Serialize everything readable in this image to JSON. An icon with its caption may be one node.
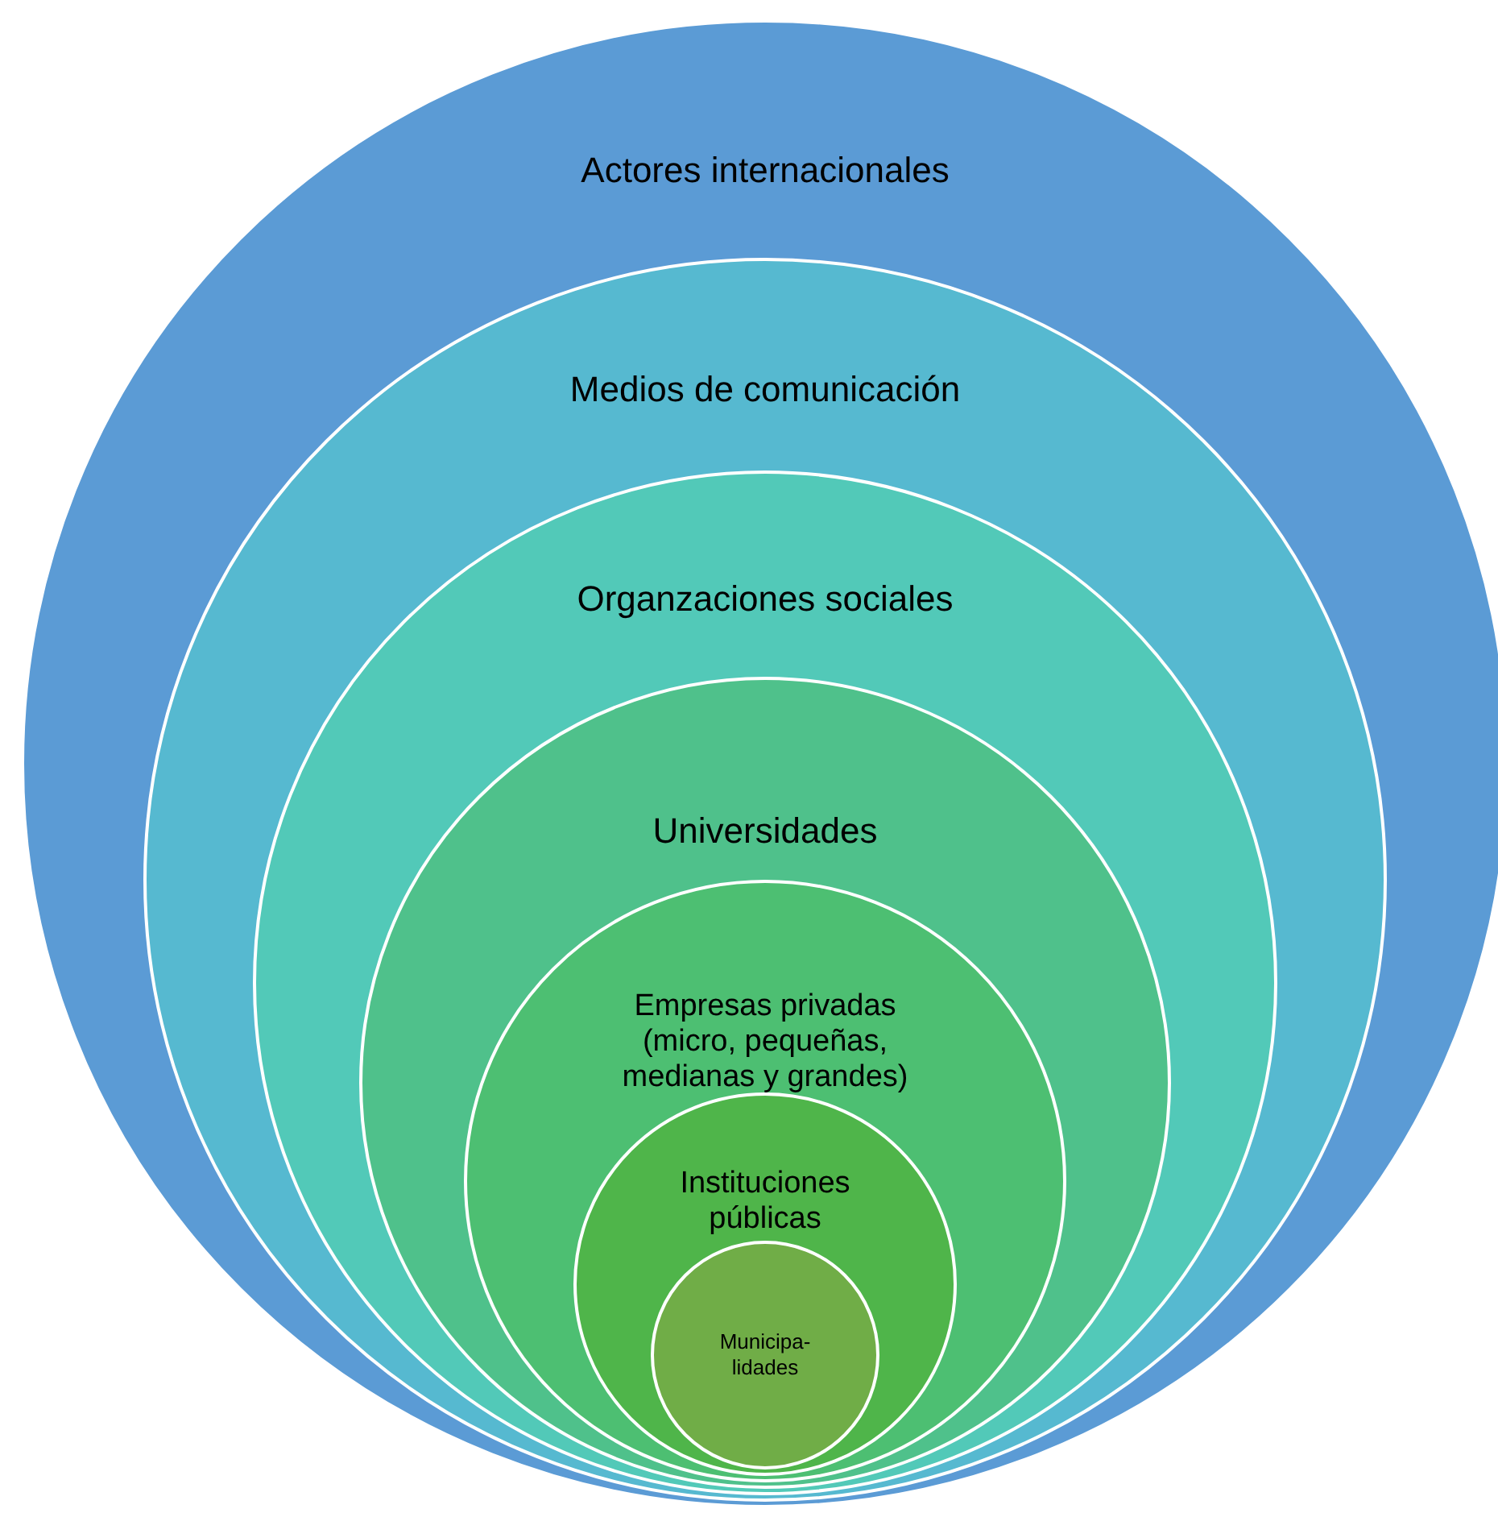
{
  "diagram": {
    "nodes": [
      {
        "text": [
          "Actores internacionales"
        ]
      },
      {
        "text": [
          "Medios de comunicación"
        ],
        "in": 0
      },
      {
        "text": [
          "Organzaciones sociales"
        ],
        "in": 1
      },
      {
        "text": [
          "Universidades"
        ],
        "in": 2
      },
      {
        "text": [
          "Empresas privadas (micro, pequeñas, medianas y grandes)"
        ],
        "in": 3
      },
      {
        "text": [
          "Instituciones públicas"
        ],
        "in": 4
      },
      {
        "text": [
          "Municipa- lidades"
        ],
        "in": 5
      }
    ]
  }
}
